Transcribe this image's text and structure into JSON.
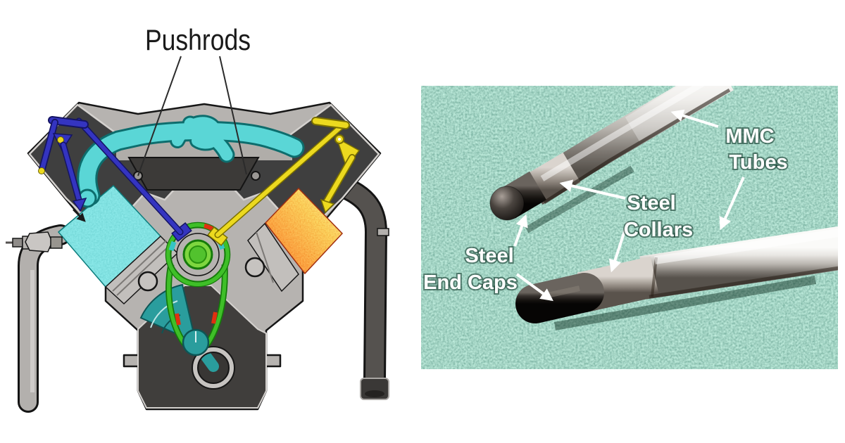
{
  "figure": {
    "type": "composite-technical-figure",
    "background": "#ffffff"
  },
  "engine_diagram": {
    "caption": "Pushrods",
    "colors": {
      "pushrod_left": "#3434c0",
      "pushrod_right": "#ecd91f",
      "timing_chain": "#3fbf28",
      "intake_charge": "#62d8d8",
      "combustion_charge": "#ff7a10",
      "crankshaft": "#2a9d9d",
      "valve_covers": "#3f3f3f",
      "block_metal": "#b6b3b0"
    }
  },
  "pushrod_photo": {
    "background": "#4fa385",
    "text_color": "#ffffff",
    "labels": {
      "mmc_tubes": [
        "MMC",
        "Tubes"
      ],
      "steel_collars": [
        "Steel",
        "Collars"
      ],
      "steel_end_caps": [
        "Steel",
        "End Caps"
      ]
    }
  }
}
